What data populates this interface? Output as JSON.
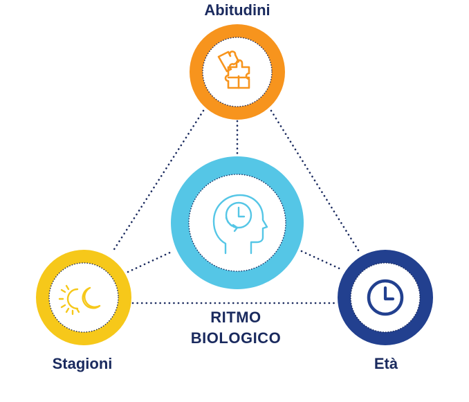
{
  "diagram": {
    "center": {
      "label_line1": "RITMO",
      "label_line2": "BIOLOGICO",
      "icon": "head-clock-icon",
      "color": "#55c6e6"
    },
    "nodes": {
      "abitudini": {
        "label": "Abitudini",
        "icon": "puzzle-icon",
        "color": "#f7941d"
      },
      "stagioni": {
        "label": "Stagioni",
        "icon": "sun-moon-icon",
        "color": "#f6c81a"
      },
      "eta": {
        "label": "Età",
        "icon": "clock-icon",
        "color": "#22408f"
      }
    },
    "text_color": "#1a2a5e"
  }
}
